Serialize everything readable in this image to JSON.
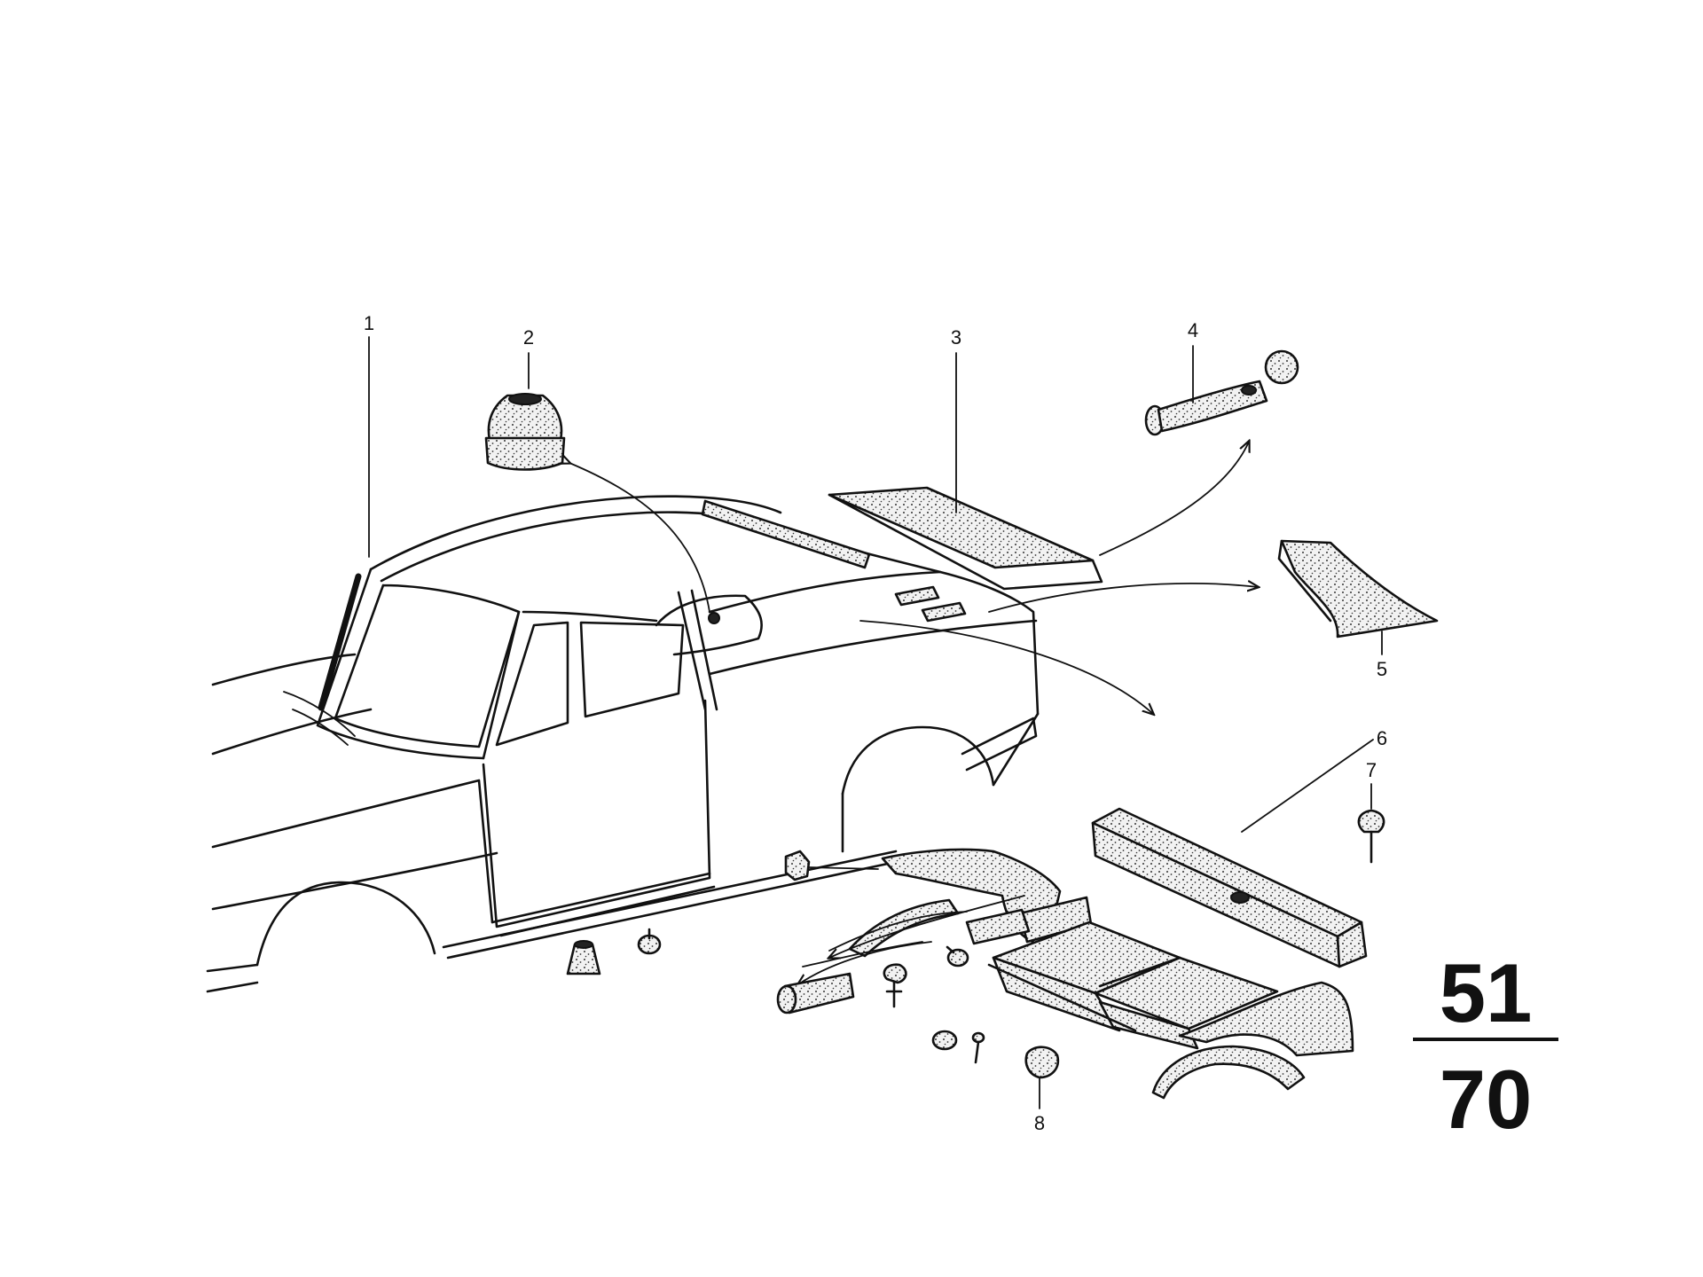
{
  "callouts": [
    {
      "id": "1",
      "label": "1"
    },
    {
      "id": "2",
      "label": "2"
    },
    {
      "id": "3",
      "label": "3"
    },
    {
      "id": "4",
      "label": "4"
    },
    {
      "id": "5",
      "label": "5"
    },
    {
      "id": "6",
      "label": "6"
    },
    {
      "id": "7",
      "label": "7"
    },
    {
      "id": "8",
      "label": "8"
    }
  ],
  "group_number": {
    "top": "51",
    "bottom": "70"
  },
  "colors": {
    "ink": "#111111",
    "background": "#ffffff"
  }
}
